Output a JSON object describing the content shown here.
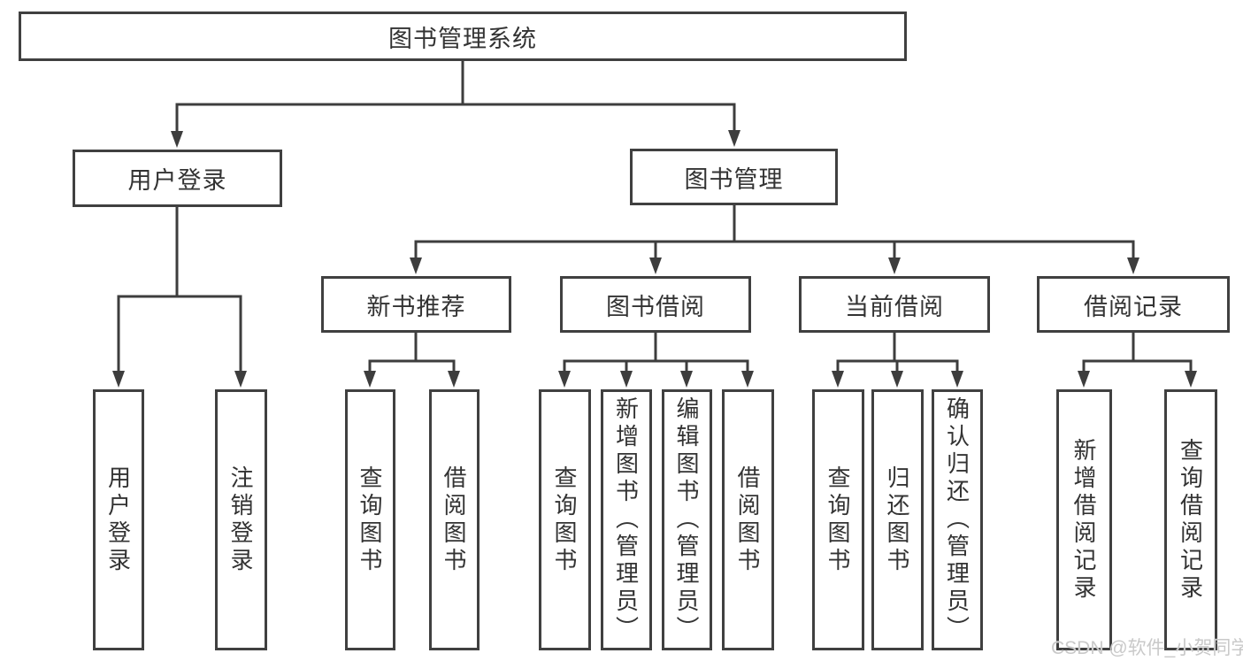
{
  "diagram": {
    "title": "图书管理系统",
    "nodes": {
      "root": "图书管理系统",
      "user_login": "用户登录",
      "book_mgmt": "图书管理",
      "new_book": "新书推荐",
      "book_borrow": "图书借阅",
      "current_borrow": "当前借阅",
      "borrow_records": "借阅记录",
      "leaf_user_login": "用户登录",
      "leaf_logout": "注销登录",
      "leaf_nb_query": "查询图书",
      "leaf_nb_borrow": "借阅图书",
      "leaf_bw_query": "查询图书",
      "leaf_bw_add": "新增图书（管理员）",
      "leaf_bw_edit": "编辑图书（管理员）",
      "leaf_bw_borrow": "借阅图书",
      "leaf_cur_query": "查询图书",
      "leaf_cur_return": "归还图书",
      "leaf_cur_confirm": "确认归还（管理员）",
      "leaf_rec_add": "新增借阅记录",
      "leaf_rec_query": "查询借阅记录"
    },
    "edges": [
      [
        "图书管理系统",
        "用户登录"
      ],
      [
        "图书管理系统",
        "图书管理"
      ],
      [
        "用户登录",
        "用户登录(叶)"
      ],
      [
        "用户登录",
        "注销登录"
      ],
      [
        "图书管理",
        "新书推荐"
      ],
      [
        "图书管理",
        "图书借阅"
      ],
      [
        "图书管理",
        "当前借阅"
      ],
      [
        "图书管理",
        "借阅记录"
      ],
      [
        "新书推荐",
        "查询图书"
      ],
      [
        "新书推荐",
        "借阅图书"
      ],
      [
        "图书借阅",
        "查询图书"
      ],
      [
        "图书借阅",
        "新增图书（管理员）"
      ],
      [
        "图书借阅",
        "编辑图书（管理员）"
      ],
      [
        "图书借阅",
        "借阅图书"
      ],
      [
        "当前借阅",
        "查询图书"
      ],
      [
        "当前借阅",
        "归还图书"
      ],
      [
        "当前借阅",
        "确认归还（管理员）"
      ],
      [
        "借阅记录",
        "新增借阅记录"
      ],
      [
        "借阅记录",
        "查询借阅记录"
      ]
    ],
    "colors": {
      "box_border": "#404040",
      "text": "#333333",
      "connector": "#3d3d3d",
      "background": "#ffffff",
      "watermark": "#c9c9c9"
    }
  },
  "watermark": {
    "text": "CSDN @软件_小贺同学"
  }
}
